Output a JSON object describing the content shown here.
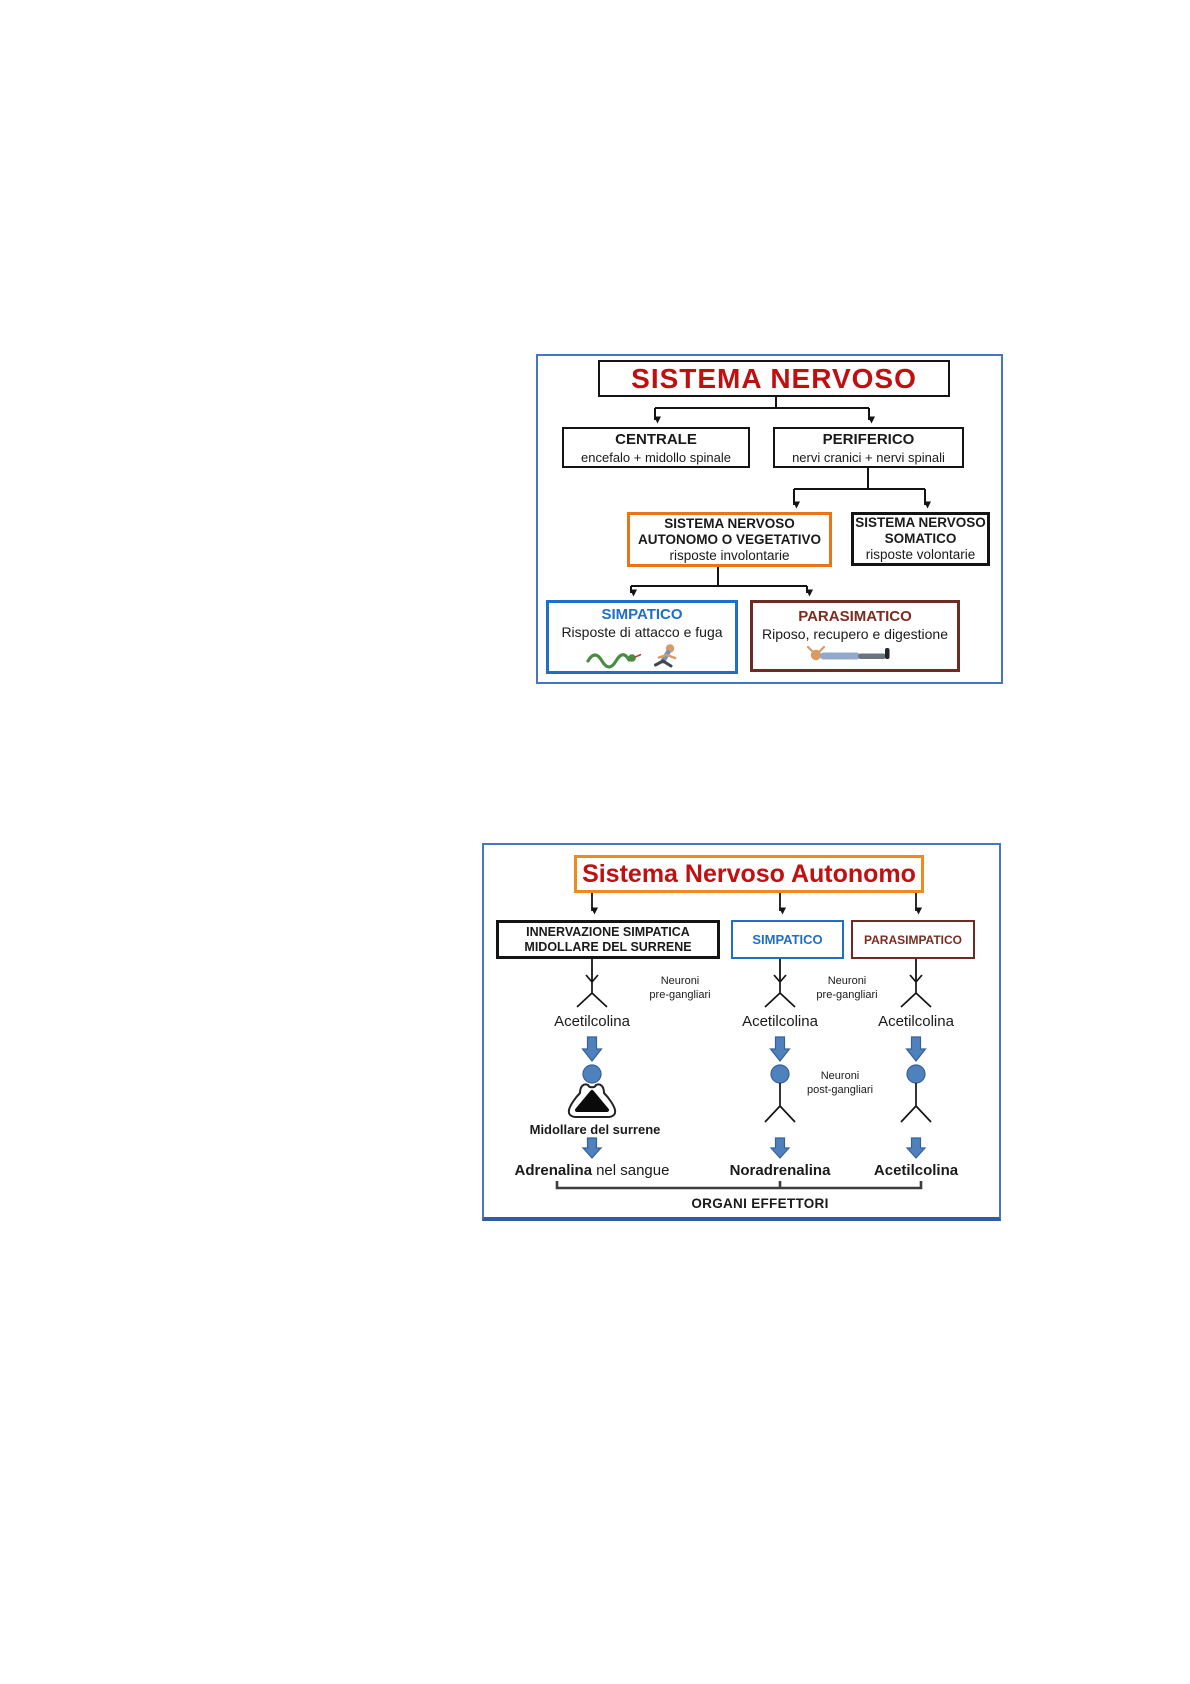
{
  "colors": {
    "frame_blue": "#4576c0",
    "title_red": "#c00f0f",
    "orange": "#e8751a",
    "blue": "#1e6fc5",
    "maroon": "#6d2c22",
    "arrow_blue": "#4f81bd",
    "line_black": "#1a1a1a"
  },
  "icons": {
    "simpatico": "snake-and-running-person-icon",
    "parasimatico": "person-resting-icon",
    "adrenal": "adrenal-medulla-gland-icon",
    "neuron": "neuron-branch-icon",
    "block_arrow": "blue-block-arrow-icon",
    "ganglion": "ganglion-circle-icon"
  },
  "diagram1": {
    "title": "SISTEMA NERVOSO",
    "centrale": {
      "name": "CENTRALE",
      "desc": "encefalo + midollo spinale"
    },
    "periferico": {
      "name": "PERIFERICO",
      "desc": "nervi cranici + nervi spinali"
    },
    "autonomo": {
      "line1": "SISTEMA NERVOSO",
      "line2": "AUTONOMO O VEGETATIVO",
      "line3": "risposte involontarie"
    },
    "somatico": {
      "line1": "SISTEMA NERVOSO",
      "line2": "SOMATICO",
      "line3": "risposte volontarie"
    },
    "simpatico": {
      "name": "SIMPATICO",
      "desc": "Risposte di attacco e fuga"
    },
    "parasimatico": {
      "name": "PARASIMATICO",
      "desc": "Riposo, recupero e digestione"
    }
  },
  "diagram2": {
    "title": "Sistema Nervoso Autonomo",
    "columns": {
      "innervazione": {
        "line1": "INNERVAZIONE SIMPATICA",
        "line2": "MIDOLLARE DEL SURRENE",
        "pre_neurotransmitter": "Acetilcolina",
        "gland_label": "Midollare del surrene",
        "output_bold": "Adrenalina",
        "output_regular": "nel sangue"
      },
      "simpatico": {
        "name": "SIMPATICO",
        "pre_neurotransmitter": "Acetilcolina",
        "output": "Noradrenalina"
      },
      "parasimpatico": {
        "name": "PARASIMPATICO",
        "pre_neurotransmitter": "Acetilcolina",
        "output": "Acetilcolina"
      }
    },
    "labels": {
      "pre1_line1": "Neuroni",
      "pre1_line2": "pre-gangliari",
      "pre2_line1": "Neuroni",
      "pre2_line2": "pre-gangliari",
      "post_line1": "Neuroni",
      "post_line2": "post-gangliari"
    },
    "footer": "ORGANI EFFETTORI"
  }
}
